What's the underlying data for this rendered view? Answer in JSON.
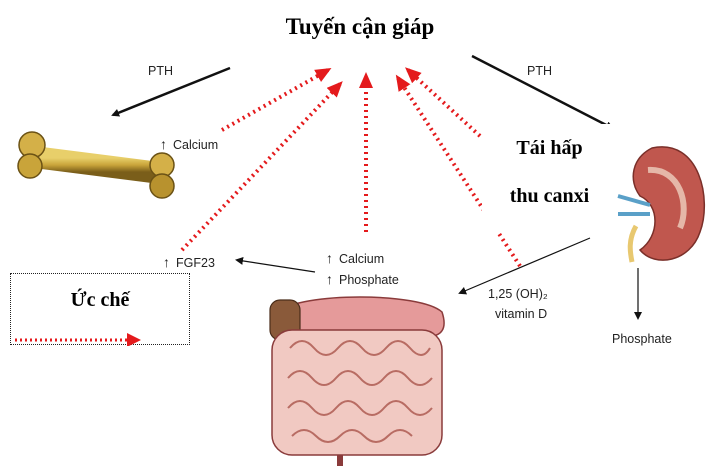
{
  "title": "Tuyến cận giáp",
  "labels": {
    "pth_left": "PTH",
    "pth_right": "PTH",
    "calcium_bone": "Calcium",
    "fgf23": "FGF23",
    "gut_calcium": "Calcium",
    "gut_phosphate": "Phosphate",
    "vitd_line1": "1,25 (OH)₂",
    "vitd_line2": "vitamin D",
    "kidney_phosphate": "Phosphate"
  },
  "note": {
    "line1": "Tái hấp",
    "line2": "thu canxi"
  },
  "legend": {
    "label": "Ức chế"
  },
  "colors": {
    "inhibit": "#e41a1c",
    "bone": "#c9a43a",
    "gut": "#e59a9a",
    "kidney": "#c0574e"
  }
}
